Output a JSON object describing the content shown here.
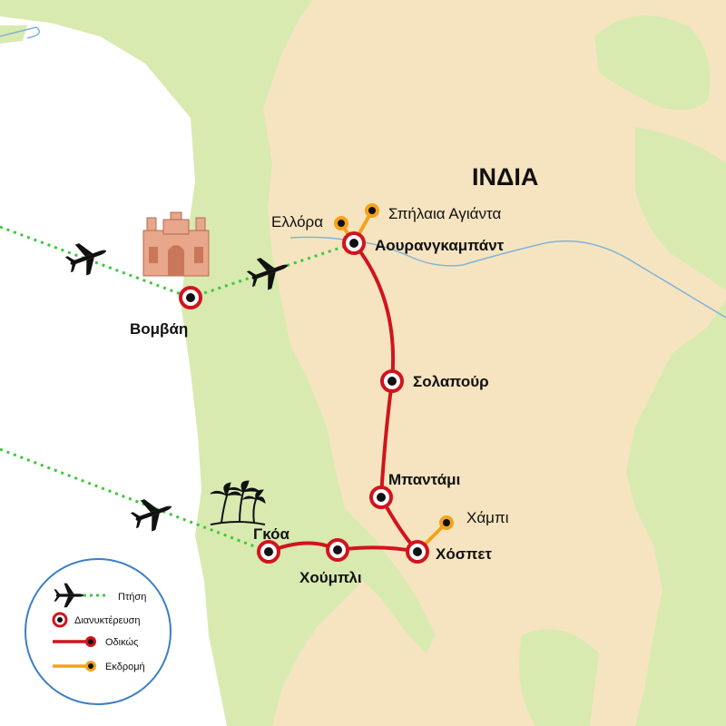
{
  "country_label": "ΙΝΔΙΑ",
  "cities": {
    "mumbai": "Βομβάη",
    "aurangabad": "Αουρανγκαμπάντ",
    "ellora": "Ελλόρα",
    "ajanta": "Σπήλαια Αγιάντα",
    "solapur": "Σολαπούρ",
    "badami": "Μπαντάμι",
    "hampi": "Χάμπι",
    "hospet": "Χόσπετ",
    "hubli": "Χούμπλι",
    "goa": "Γκόα"
  },
  "legend": {
    "flight": "Πτήση",
    "overnight": "Διανυκτέρευση",
    "road": "Οδικώς",
    "excursion": "Εκδρομή"
  },
  "colors": {
    "land_light": "#d8eab0",
    "land_plateau": "#f6e4c0",
    "sea": "#ffffff",
    "river": "#7fb3d9",
    "road": "#d0141e",
    "excursion": "#f4a21c",
    "flight": "#3ec83e"
  },
  "icons": {
    "landmark": "gateway-of-india-icon",
    "palms": "palm-trees-icon",
    "plane": "airplane-icon"
  }
}
